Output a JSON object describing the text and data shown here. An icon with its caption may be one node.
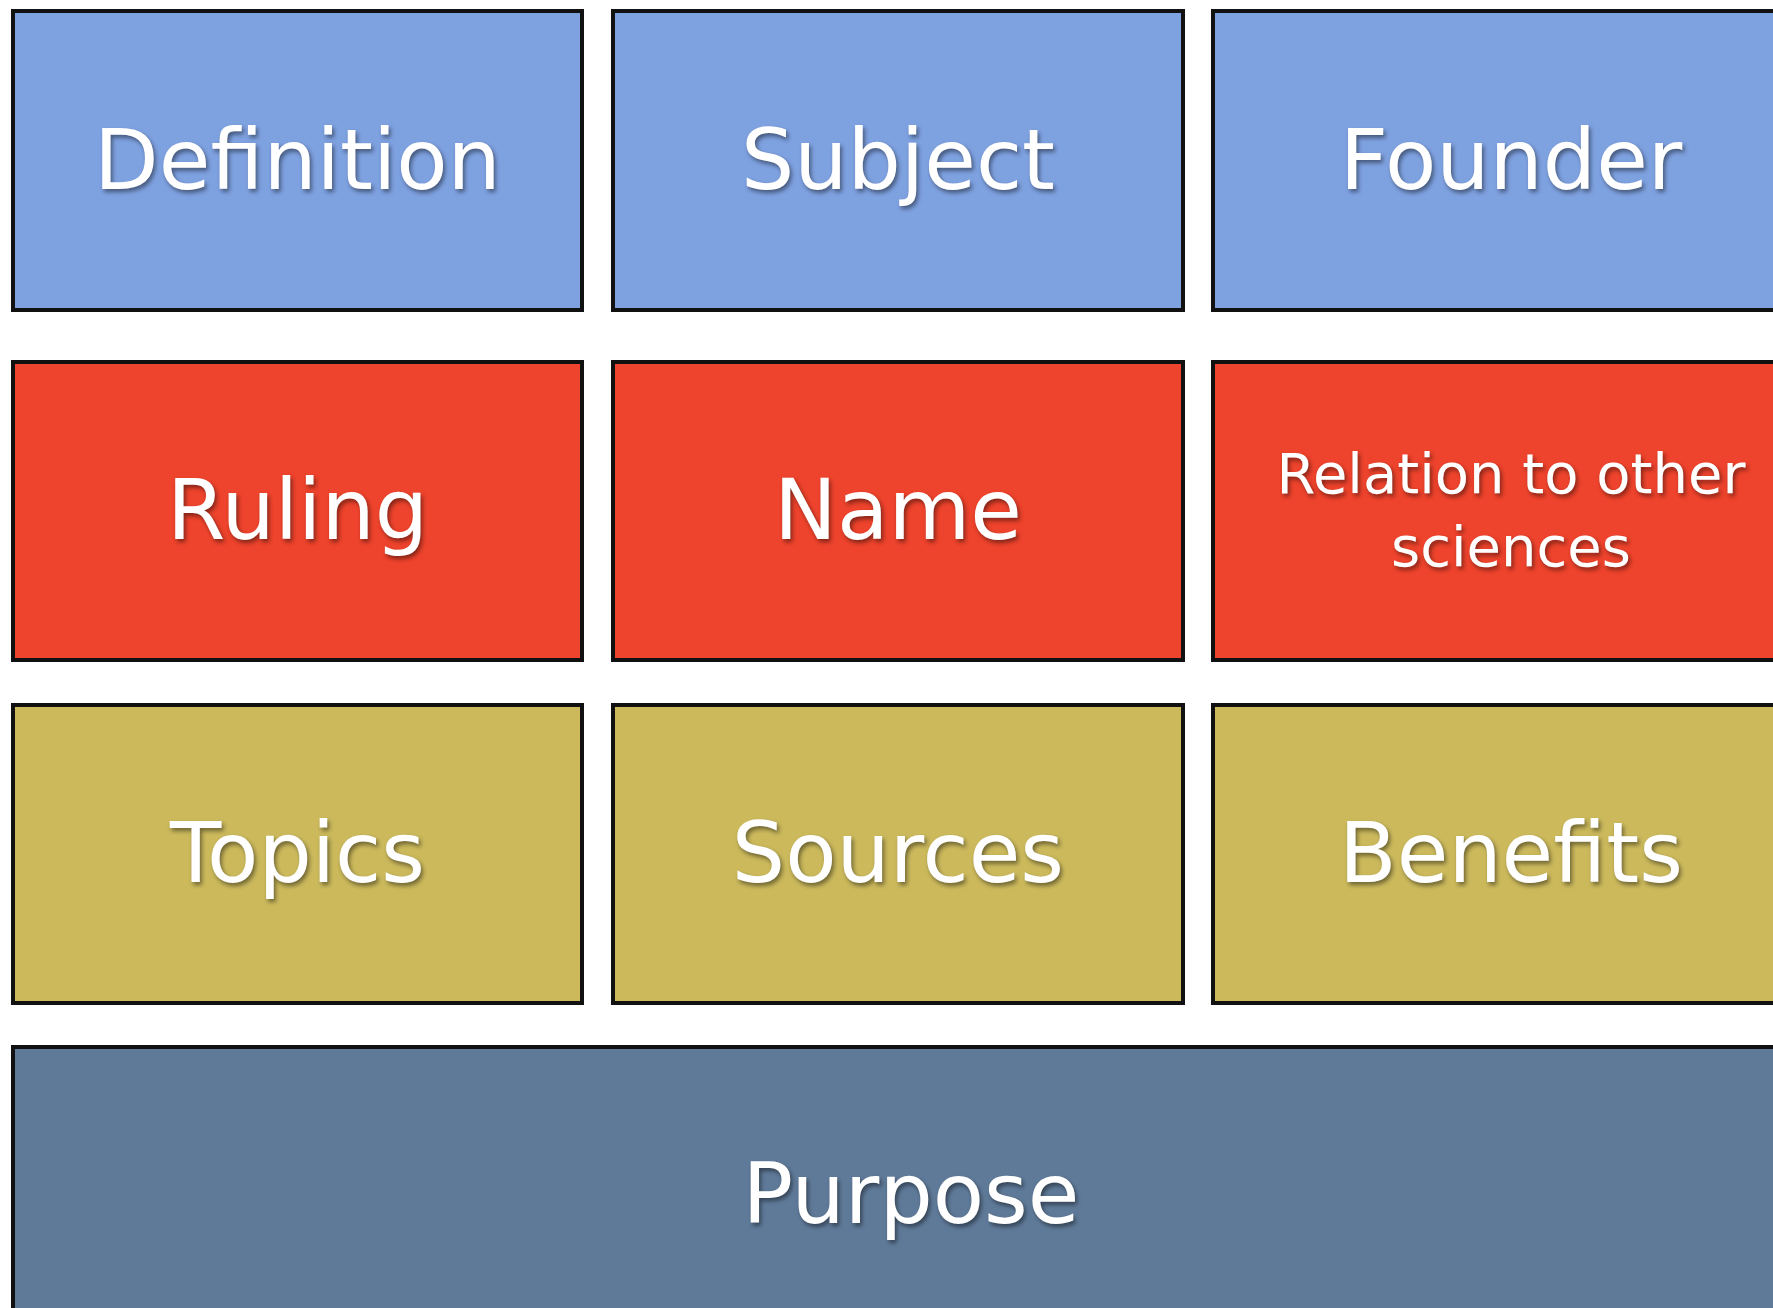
{
  "diagram": {
    "nodes": [
      {
        "text": [
          "Definition"
        ]
      },
      {
        "text": [
          "Subject"
        ]
      },
      {
        "text": [
          "Founder"
        ]
      },
      {
        "text": [
          "Ruling"
        ]
      },
      {
        "text": [
          "Name"
        ]
      },
      {
        "text": [
          "Relation to other sciences"
        ]
      },
      {
        "text": [
          "Topics"
        ]
      },
      {
        "text": [
          "Sources"
        ]
      },
      {
        "text": [
          "Benefits"
        ]
      },
      {
        "text": [
          "Purpose"
        ]
      }
    ]
  }
}
